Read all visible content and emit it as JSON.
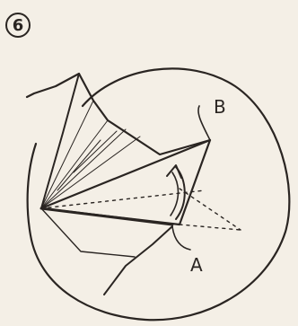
{
  "figure": {
    "step_number": "6",
    "point_labels": {
      "a": "A",
      "b": "B"
    }
  }
}
